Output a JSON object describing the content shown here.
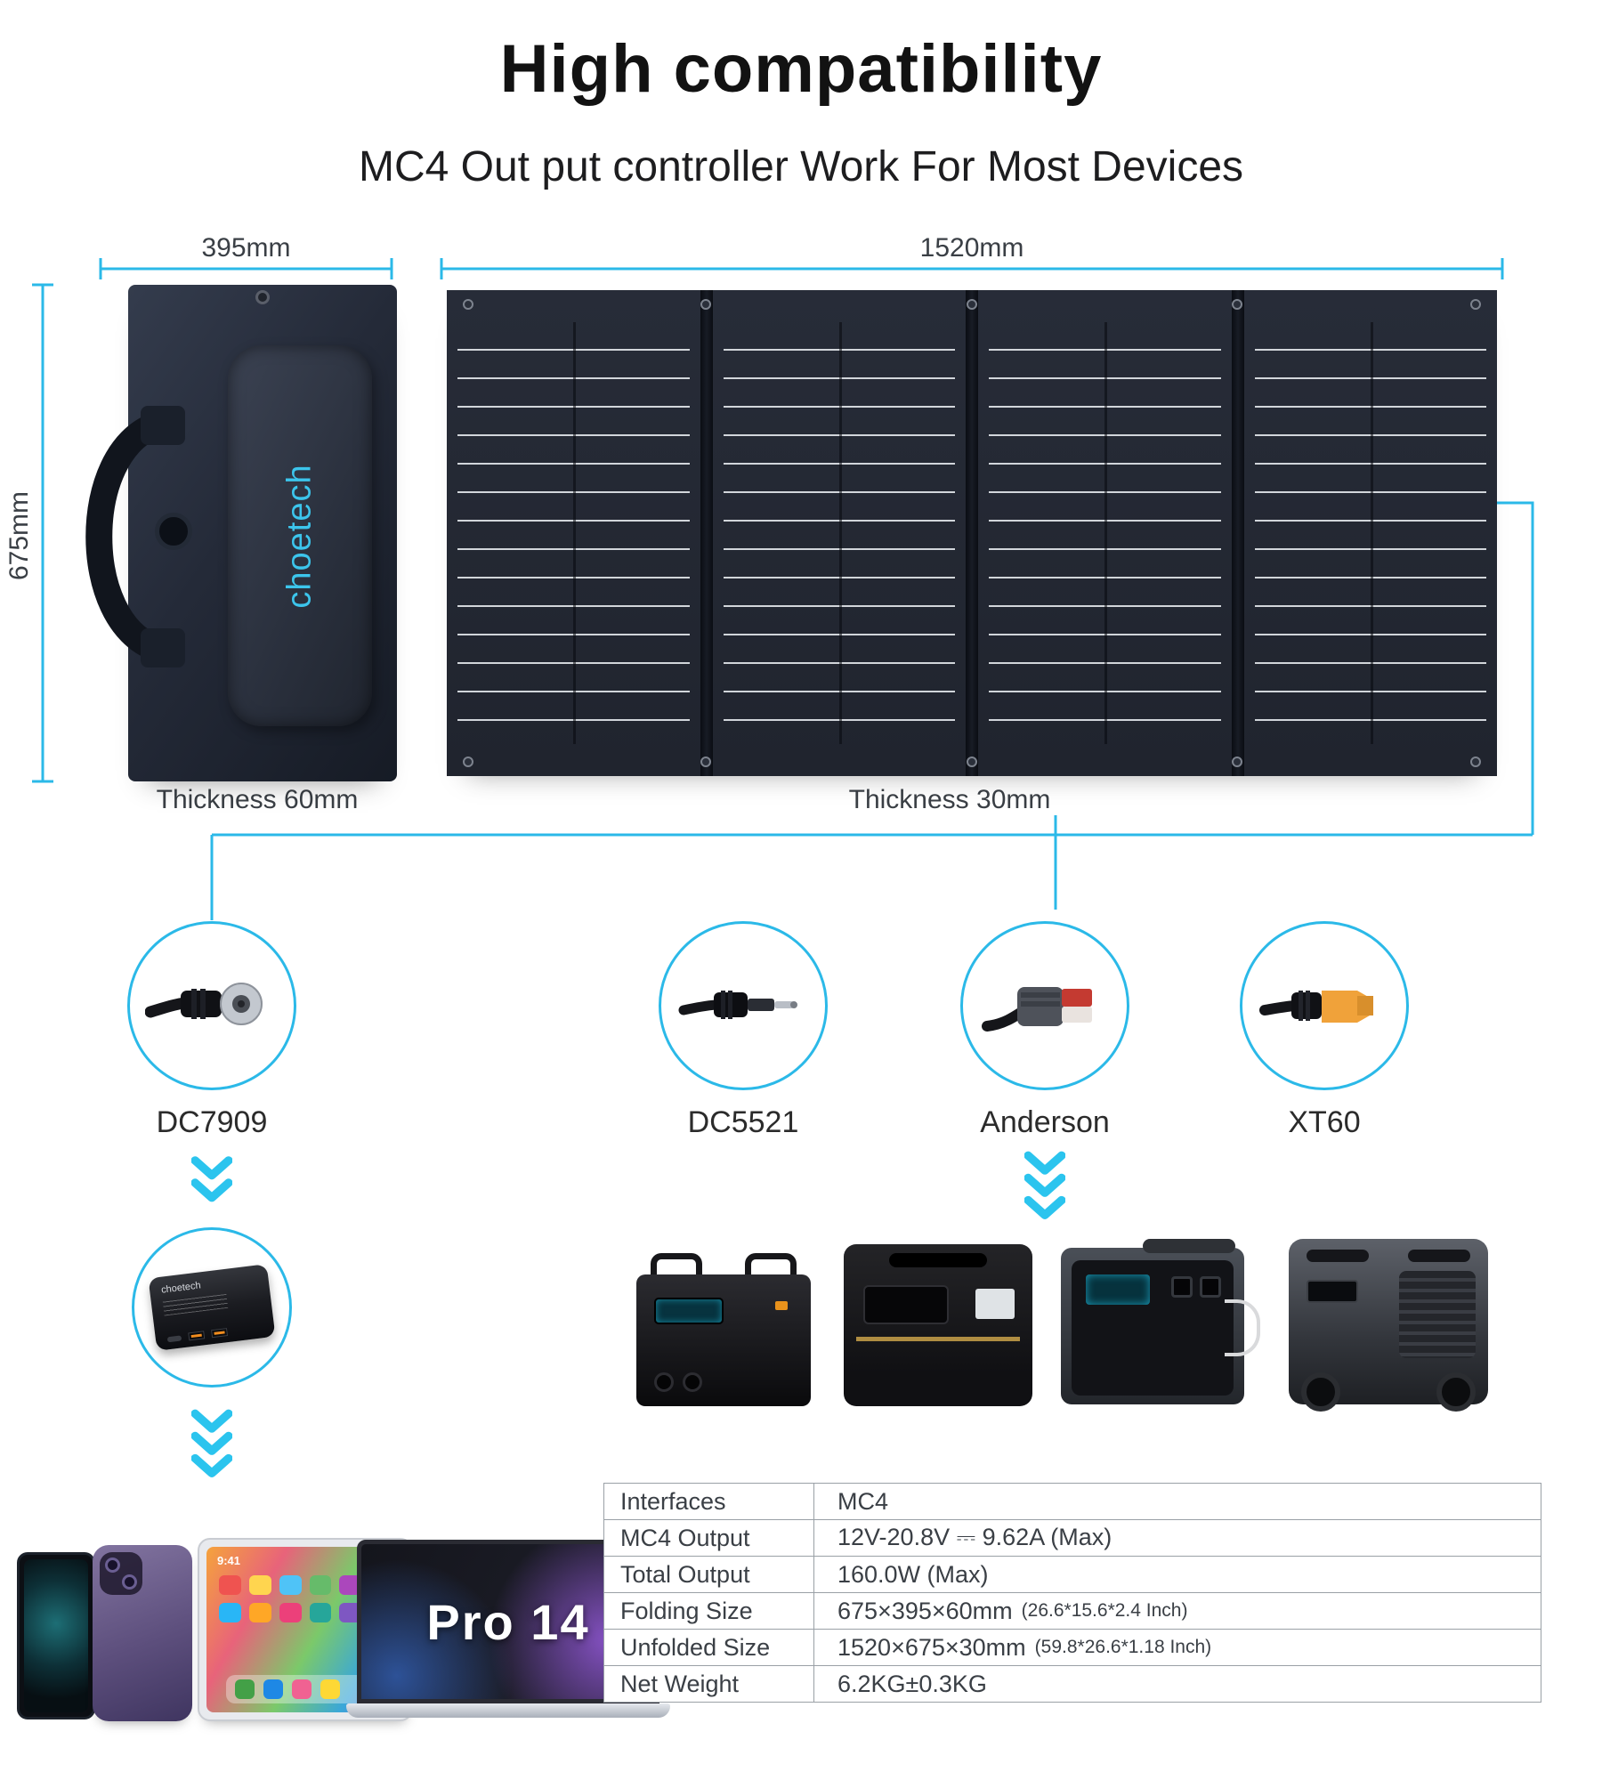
{
  "header": {
    "title": "High compatibility",
    "subtitle": "MC4 Out put controller Work For Most Devices"
  },
  "panel": {
    "brand": "choetech",
    "folded": {
      "width_label": "395mm",
      "height_label": "675mm",
      "thickness_label": "Thickness 60mm"
    },
    "unfolded": {
      "width_label": "1520mm",
      "thickness_label": "Thickness 30mm"
    }
  },
  "connectors": [
    {
      "name": "DC7909"
    },
    {
      "name": "DC5521"
    },
    {
      "name": "Anderson"
    },
    {
      "name": "XT60"
    }
  ],
  "power_bank": {
    "brand": "choetech"
  },
  "devices": {
    "tablet_time": "9:41",
    "laptop_label": "Pro 14"
  },
  "spec_table": {
    "rows": [
      {
        "label": "Interfaces",
        "value": "MC4",
        "note": ""
      },
      {
        "label": "MC4 Output",
        "value": "12V-20.8V ⎓ 9.62A (Max)",
        "note": ""
      },
      {
        "label": "Total Output",
        "value": "160.0W (Max)",
        "note": ""
      },
      {
        "label": "Folding Size",
        "value": "675×395×60mm",
        "note": "(26.6*15.6*2.4 Inch)"
      },
      {
        "label": "Unfolded Size",
        "value": "1520×675×30mm",
        "note": "(59.8*26.6*1.18 Inch)"
      },
      {
        "label": "Net Weight",
        "value": "6.2KG±0.3KG",
        "note": ""
      }
    ]
  },
  "colors": {
    "accent": "#2bb9e8",
    "brand_cyan": "#3cc5ec",
    "panel_dark": "#20242e"
  }
}
